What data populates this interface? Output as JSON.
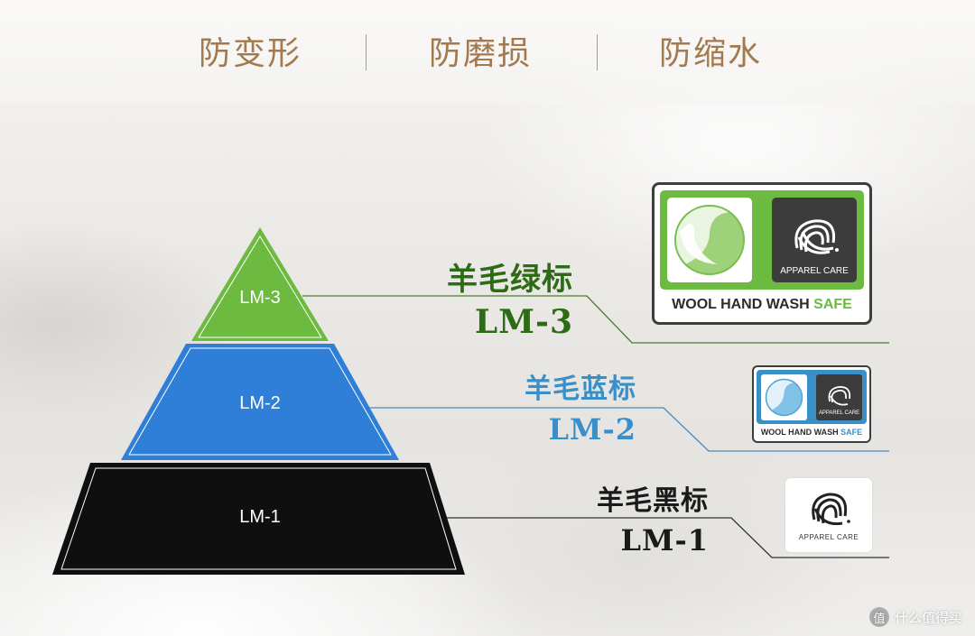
{
  "header": {
    "items": [
      "防变形",
      "防磨损",
      "防缩水"
    ],
    "text_color": "#a27a4e",
    "separator_color": "#b39a7e"
  },
  "pyramid": {
    "levels": [
      {
        "code": "LM-3",
        "fill": "#6cba3f",
        "stroke": "#ffffff"
      },
      {
        "code": "LM-2",
        "fill": "#2f7fd8",
        "stroke": "#ffffff"
      },
      {
        "code": "LM-1",
        "fill": "#0f0f10",
        "stroke": "#ffffff"
      }
    ]
  },
  "labels": [
    {
      "cn": "羊毛绿标",
      "code": "LM-3",
      "color": "#2e6b16"
    },
    {
      "cn": "羊毛蓝标",
      "code": "LM-2",
      "color": "#3a8fc9"
    },
    {
      "cn": "羊毛黑标",
      "code": "LM-1",
      "color": "#1a1a1a"
    }
  ],
  "badges": {
    "green": {
      "caption_main": "WOOL HAND WASH ",
      "caption_highlight": "SAFE",
      "highlight_color": "#6cba3f",
      "panel_color": "#6cba3f",
      "apparel": "APPAREL CARE"
    },
    "blue": {
      "caption_main": "WOOL HAND WASH ",
      "caption_highlight": "SAFE",
      "highlight_color": "#3a8fc9",
      "panel_color": "#3a8fc9",
      "apparel": "APPAREL CARE"
    },
    "black": {
      "apparel": "APPAREL CARE"
    }
  },
  "watermark": {
    "icon": "值",
    "text": "什么值得买"
  }
}
